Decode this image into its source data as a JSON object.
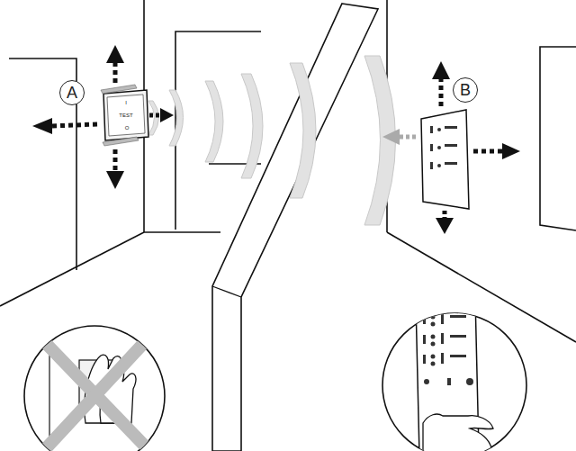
{
  "diagram": {
    "nodes": [
      {
        "text": [
          "A"
        ]
      },
      {
        "text": [
          "B"
        ]
      }
    ],
    "labels": [
      "I",
      "TEST",
      "O"
    ]
  }
}
